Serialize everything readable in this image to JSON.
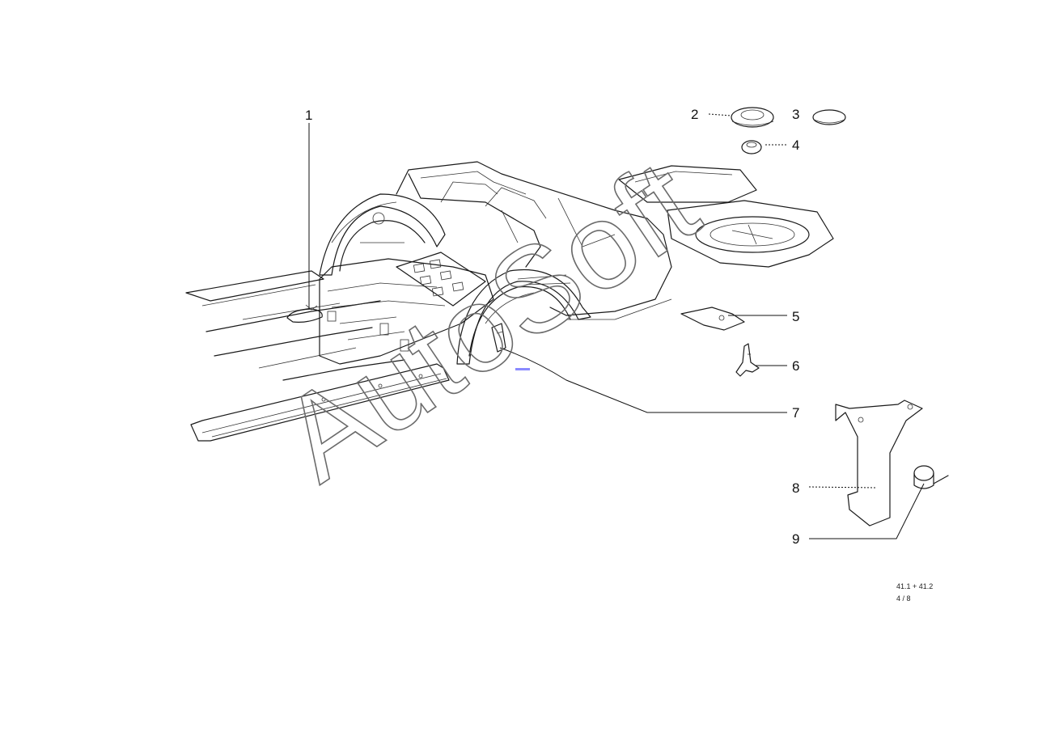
{
  "callouts": [
    {
      "id": "1",
      "label": "1"
    },
    {
      "id": "2",
      "label": "2"
    },
    {
      "id": "3",
      "label": "3"
    },
    {
      "id": "4",
      "label": "4"
    },
    {
      "id": "5",
      "label": "5"
    },
    {
      "id": "6",
      "label": "6"
    },
    {
      "id": "7",
      "label": "7"
    },
    {
      "id": "8",
      "label": "8"
    },
    {
      "id": "9",
      "label": "9"
    }
  ],
  "reference": {
    "line1": "41.1 + 41.2",
    "line2": "4 / 8"
  },
  "watermark": "AutoSoft",
  "colors": {
    "ink": "#1a1a1a",
    "watermark": "#6b6b6b",
    "accent_mark": "#8a8aff"
  }
}
